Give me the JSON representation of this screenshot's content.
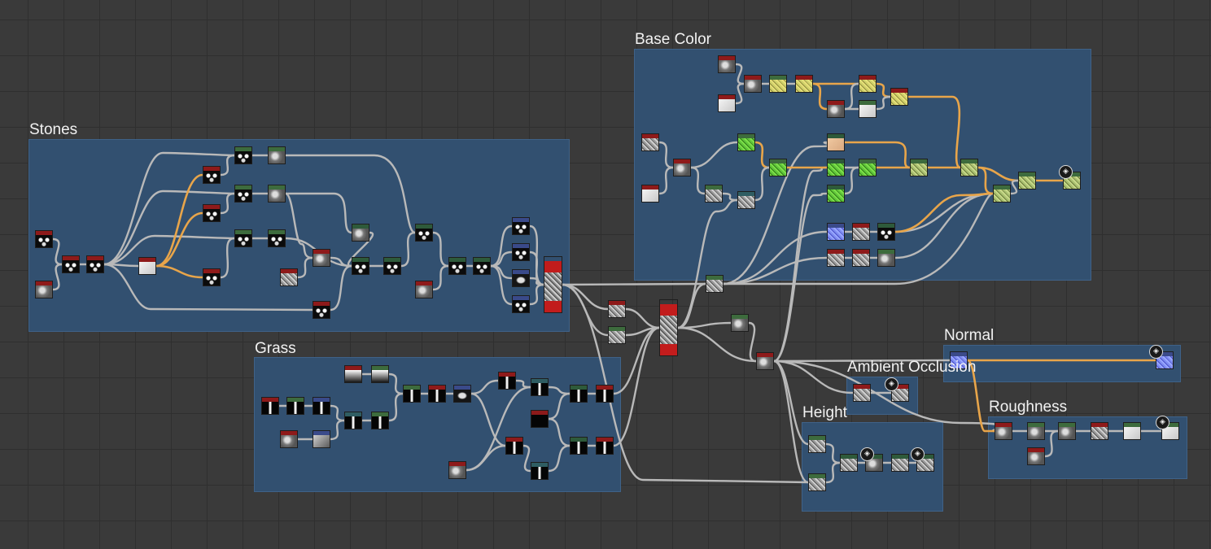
{
  "frames": [
    {
      "id": "stones",
      "title": "Stones"
    },
    {
      "id": "grass",
      "title": "Grass"
    },
    {
      "id": "base_color",
      "title": "Base Color"
    },
    {
      "id": "normal",
      "title": "Normal"
    },
    {
      "id": "ambient_occlusion",
      "title": "Ambient Occlusion"
    },
    {
      "id": "height",
      "title": "Height"
    },
    {
      "id": "roughness",
      "title": "Roughness"
    }
  ],
  "header_colors": {
    "red": "#8e1a1a",
    "green": "#3d6b3d",
    "darkgreen": "#2e5a3a",
    "blue": "#3a4a8a",
    "teal": "#2f5d62"
  },
  "connection_colors": {
    "default": "#b9b9b9",
    "highlight": "#e8a54a"
  },
  "output_icon": "cube-icon"
}
